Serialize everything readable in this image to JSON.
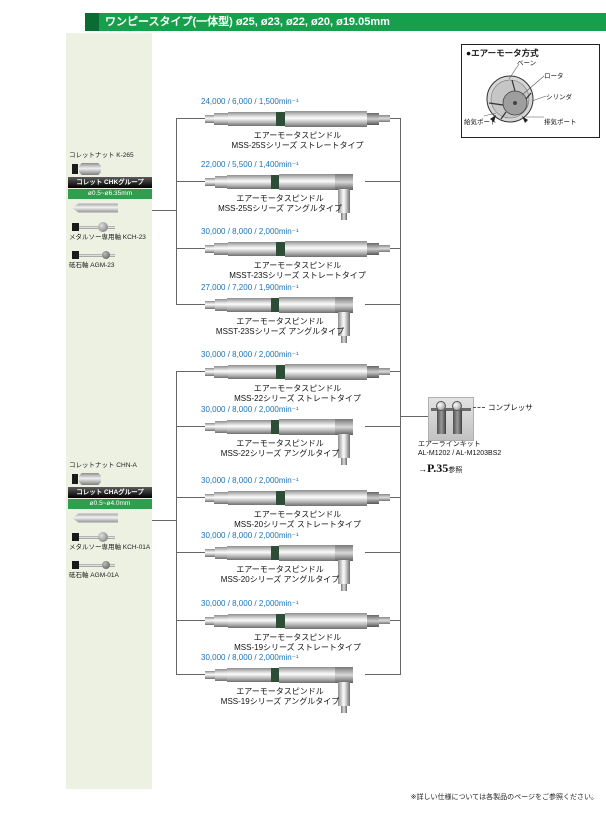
{
  "header": {
    "title": "ワンピースタイプ(一体型) ø25, ø23, ø22, ø20, ø19.05mm"
  },
  "air_motor": {
    "title": "●エアーモータ方式",
    "labels": {
      "vane": "ベーン",
      "rotor": "ロータ",
      "cylinder": "シリンダ",
      "intake": "給気ポート",
      "exhaust": "排気ポート"
    }
  },
  "sidebar": {
    "group1": {
      "nut_caption": "コレットナット K-265",
      "collet_group": "コレット CHKグループ",
      "collet_range": "ø0.5~ø6.35mm",
      "saw_caption": "メタルソー専用軸 KCH-23",
      "wheel_caption": "砥石軸 AGM-23"
    },
    "group2": {
      "nut_caption": "コレットナット CHN-A",
      "collet_group": "コレット CHAグループ",
      "collet_range": "ø0.5~ø4.0mm",
      "saw_caption": "メタルソー専用軸 KCH-01A",
      "wheel_caption": "砥石軸 AGM-01A"
    }
  },
  "spindles": [
    {
      "spec": "24,000 / 6,000 / 1,500min⁻¹",
      "line1": "エアーモータスピンドル",
      "line2": "MSS-25Sシリーズ ストレートタイプ"
    },
    {
      "spec": "22,000 / 5,500 / 1,400min⁻¹",
      "line1": "エアーモータスピンドル",
      "line2": "MSS-25Sシリーズ アングルタイプ"
    },
    {
      "spec": "30,000 / 8,000 / 2,000min⁻¹",
      "line1": "エアーモータスピンドル",
      "line2": "MSST-23Sシリーズ ストレートタイプ"
    },
    {
      "spec": "27,000 / 7,200 / 1,900min⁻¹",
      "line1": "エアーモータスピンドル",
      "line2": "MSST-23Sシリーズ アングルタイプ"
    },
    {
      "spec": "30,000 / 8,000 / 2,000min⁻¹",
      "line1": "エアーモータスピンドル",
      "line2": "MSS-22シリーズ ストレートタイプ"
    },
    {
      "spec": "30,000 / 8,000 / 2,000min⁻¹",
      "line1": "エアーモータスピンドル",
      "line2": "MSS-22シリーズ アングルタイプ"
    },
    {
      "spec": "30,000 / 8,000 / 2,000min⁻¹",
      "line1": "エアーモータスピンドル",
      "line2": "MSS-20シリーズ ストレートタイプ"
    },
    {
      "spec": "30,000 / 8,000 / 2,000min⁻¹",
      "line1": "エアーモータスピンドル",
      "line2": "MSS-20シリーズ アングルタイプ"
    },
    {
      "spec": "30,000 / 8,000 / 2,000min⁻¹",
      "line1": "エアーモータスピンドル",
      "line2": "MSS-19シリーズ ストレートタイプ"
    },
    {
      "spec": "30,000 / 8,000 / 2,000min⁻¹",
      "line1": "エアーモータスピンドル",
      "line2": "MSS-19シリーズ アングルタイプ"
    }
  ],
  "compressor": {
    "label": "コンプレッサ",
    "kit_line1": "エアーラインキット",
    "kit_line2": "AL-M1202 / AL-M1203BS2",
    "ref_arrow": "→",
    "ref_page": "P.35",
    "ref_suffix": "参照"
  },
  "footer": {
    "note": "※詳しい仕様については各製品のページをご参照ください。"
  }
}
